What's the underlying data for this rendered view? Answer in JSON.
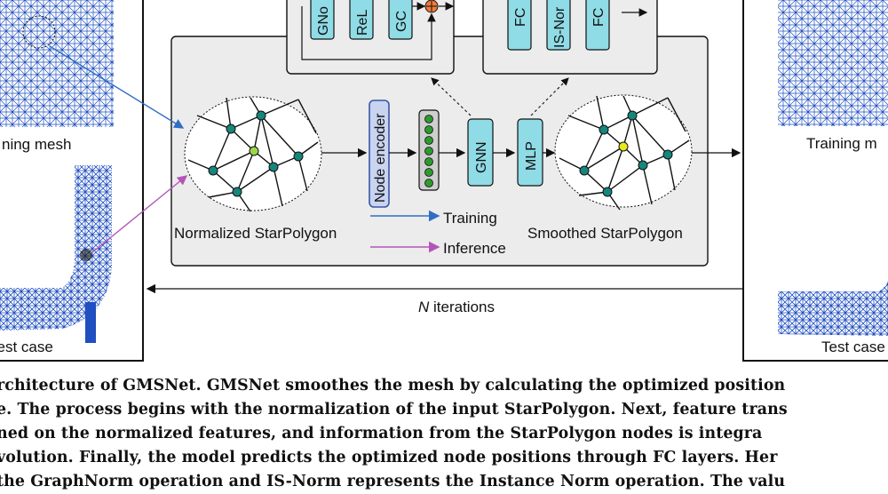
{
  "labels": {
    "training_mesh_left": "ning mesh",
    "training_mesh_right": "Training m",
    "test_case_left": "Test case",
    "test_case_right": "Test case",
    "normalized": "Normalized StarPolygon",
    "smoothed": "Smoothed StarPolygon",
    "node_encoder": "Node encoder",
    "gnn": "GNN",
    "mlp": "MLP",
    "gnorm": "GNo",
    "relu": "ReL",
    "gc": "GC",
    "fc1": "FC",
    "isnorm": "IS-Nor",
    "fc2": "FC",
    "iterations_var": "N",
    "iterations_text": " iterations"
  },
  "legend": {
    "training": "Training",
    "inference": "Inference",
    "training_color": "#2f6ec4",
    "inference_color": "#b455b8"
  },
  "colors": {
    "module_fill": "#8fdbe6",
    "panel_fill": "#ececec",
    "node_fill": "#16867c",
    "center_left": "#9ad84a",
    "center_right": "#e8e81a",
    "encoder_fill": "#c9d4f0",
    "encoder_stroke": "#3a56a8",
    "feature_dot": "#2e9a2e",
    "mesh_blue": "#1f4fc0",
    "add_op": "#f07a3a"
  },
  "caption": {
    "line1": "rchitecture of GMSNet. GMSNet smoothes the mesh by calculating the optimized position",
    "line2": "e. The process begins with the normalization of the input StarPolygon. Next, feature trans",
    "line3": "ned on the normalized features, and information from the StarPolygon nodes is integra",
    "line4": "volution. Finally, the model predicts the optimized node positions through FC layers. Her",
    "line5": "the GraphNorm operation and IS-Norm represents the Instance Norm operation. The valu"
  }
}
